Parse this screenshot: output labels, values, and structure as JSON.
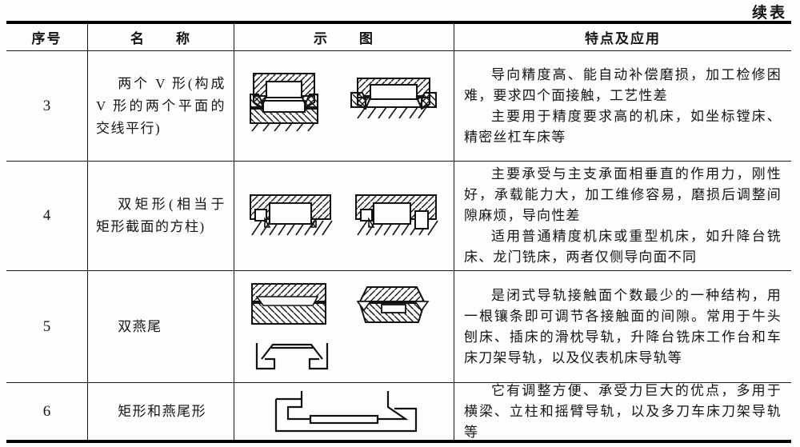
{
  "page": {
    "continued_label": "续表"
  },
  "table": {
    "headers": {
      "no": "序号",
      "name": "名　　称",
      "diagram": "示　　图",
      "features": "特点及应用"
    },
    "rows": [
      {
        "no": "3",
        "name": "两个 V 形(构成 V 形的两个平面的交线平行)",
        "diagram_icons": [
          "closed-double-v-section",
          "open-double-v-section"
        ],
        "features": [
          "导向精度高、能自动补偿磨损，加工检修困难，要求四个面接触，工艺性差",
          "主要用于精度要求高的机床，如坐标镗床、精密丝杠车床等"
        ]
      },
      {
        "no": "4",
        "name": "双矩形(相当于矩形截面的方柱)",
        "diagram_icons": [
          "double-rectangular-section-a",
          "double-rectangular-section-b"
        ],
        "features": [
          "主要承受与主支承面相垂直的作用力，刚性好，承载能力大，加工维修容易，磨损后调整间隙麻烦，导向性差",
          "适用普通精度机床或重型机床，如升降台铣床、龙门铣床，两者仅侧导向面不同"
        ]
      },
      {
        "no": "5",
        "name": "双燕尾",
        "diagram_icons": [
          "double-dovetail-section-a",
          "double-dovetail-section-b",
          "dovetail-profile-outline"
        ],
        "features": [
          "是闭式导轨接触面个数最少的一种结构，用一根镶条即可调节各接触面的间隙。常用于牛头刨床、插床的滑枕导轨，升降台铣床工作台和车床刀架导轨，以及仪表机床导轨等"
        ]
      },
      {
        "no": "6",
        "name": "矩形和燕尾形",
        "diagram_icons": [
          "rectangular-dovetail-profile-outline"
        ],
        "features": [
          "它有调整方便、承受力巨大的优点，多用于横梁、立柱和摇臂导轨，以及多刀车床刀架导轨等"
        ]
      }
    ]
  }
}
